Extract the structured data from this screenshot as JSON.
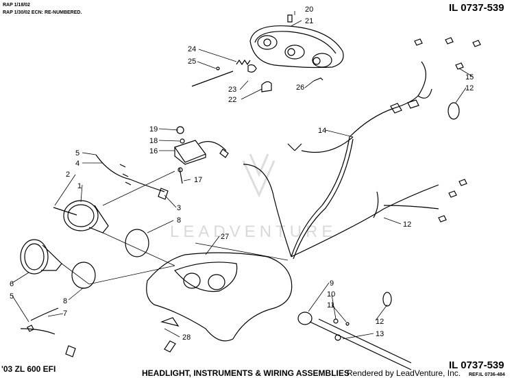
{
  "header": {
    "rev_line_1": "RAP 1/18/02",
    "rev_line_2": "RAP 1/30/02 ECN: RE-NUMBERED.",
    "illustration_id": "IL 0737-539"
  },
  "footer": {
    "model": "'03 ZL 600 EFI",
    "title": "HEADLIGHT, INSTRUMENTS & WIRING ASSEMBLIES",
    "rendered_by": "Rendered by LeadVenture, Inc.",
    "illustration_id": "IL 0737-539",
    "ref": "REF.IL 0736-484"
  },
  "watermark": "LEADVENTURE",
  "callouts": [
    "1",
    "2",
    "3",
    "4",
    "5",
    "6",
    "5",
    "7",
    "8",
    "8",
    "9",
    "10",
    "11",
    "12",
    "12",
    "12",
    "13",
    "14",
    "15",
    "16",
    "17",
    "18",
    "19",
    "20",
    "21",
    "22",
    "23",
    "24",
    "25",
    "26",
    "27",
    "28"
  ]
}
